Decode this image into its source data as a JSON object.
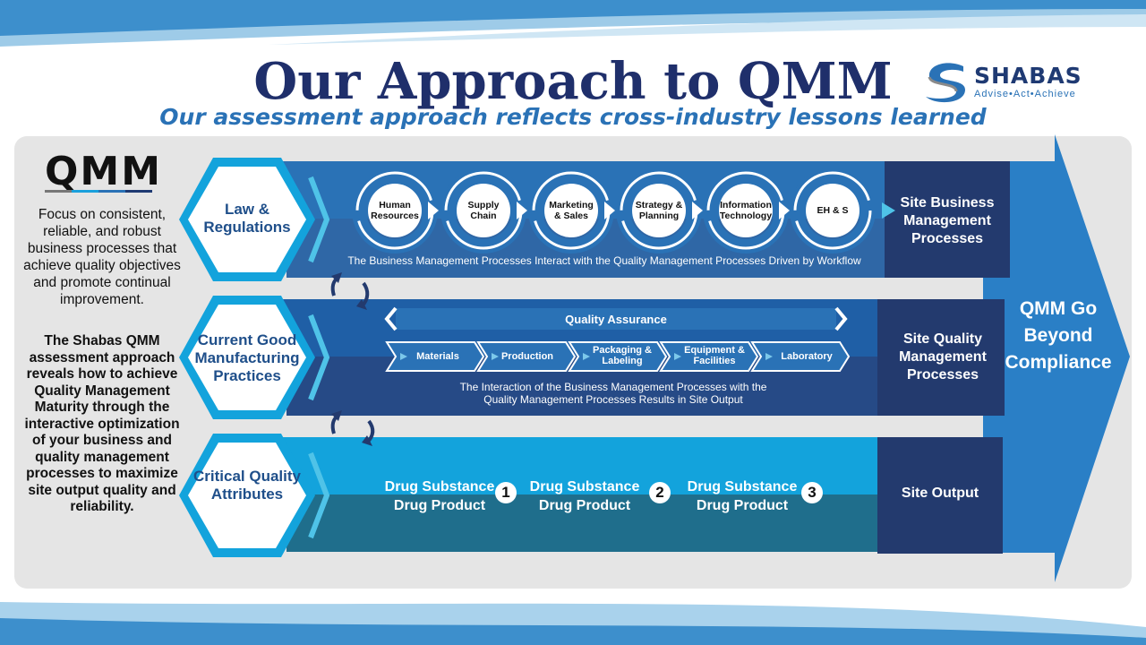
{
  "title": "Our Approach to QMM",
  "subtitle": "Our assessment approach reflects cross-industry lessons learned",
  "logo": {
    "name": "SHABAS",
    "tagline": "Advise•Act•Achieve"
  },
  "sidebar": {
    "heading": "QMM",
    "focus_text": "Focus on consistent, reliable, and robust business processes that achieve quality objectives and promote continual improvement.",
    "approach_text": "The Shabas QMM assessment approach reveals how to achieve Quality Management Maturity through the interactive optimization of your business and quality management processes to maximize site output quality and reliability."
  },
  "rows": {
    "business": {
      "hex_label": "Law & Regulations",
      "circles": [
        "Human Resources",
        "Supply Chain",
        "Marketing & Sales",
        "Strategy & Planning",
        "Information Technology",
        "EH & S"
      ],
      "caption": "The Business Management Processes Interact with the Quality Management Processes Driven by Workflow",
      "end_label": "Site Business Management Processes"
    },
    "quality": {
      "hex_label": "Current Good Manufacturing Practices",
      "qa_label": "Quality Assurance",
      "processes": [
        "Materials",
        "Production",
        "Packaging & Labeling",
        "Equipment & Facilities",
        "Laboratory"
      ],
      "caption_line1": "The Interaction of the Business Management Processes with the",
      "caption_line2": "Quality Management Processes Results in Site Output",
      "end_label": "Site Quality Management Processes"
    },
    "output": {
      "hex_label": "Critical Quality Attributes",
      "items": [
        {
          "line1": "Drug Substance",
          "line2": "Drug Product",
          "num": "1"
        },
        {
          "line1": "Drug Substance",
          "line2": "Drug Product",
          "num": "2"
        },
        {
          "line1": "Drug Substance",
          "line2": "Drug Product",
          "num": "3"
        }
      ],
      "end_label": "Site Output"
    }
  },
  "big_arrow_text": "QMM Go Beyond Compliance",
  "colors": {
    "navy": "#1f3a73",
    "blue": "#2a72b6",
    "light_blue": "#1aa0dc",
    "teal": "#1f6e8c",
    "panel": "#e5e5e5"
  }
}
